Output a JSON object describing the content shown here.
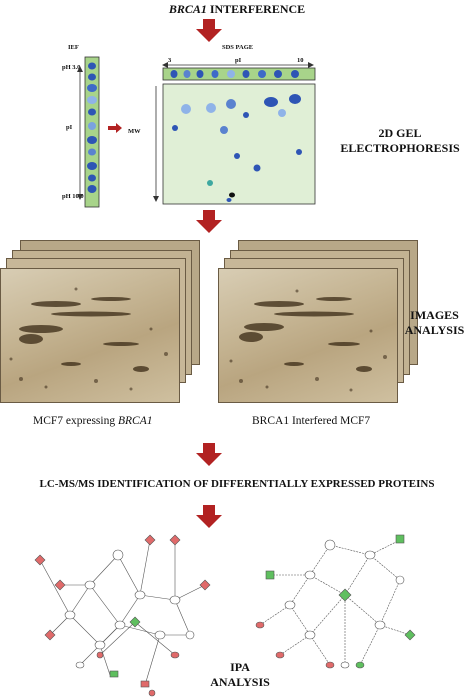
{
  "header": {
    "title_italic": "BRCA1",
    "title_rest": " INTERFERENCE"
  },
  "gel_schematic": {
    "ief_label": "IEF",
    "ph_top": "pH 3.0",
    "ph_bottom": "pH 10.0",
    "pi_left": "pI",
    "mw_label": "MW",
    "sds_label": "SDS PAGE",
    "axis_start": "3",
    "axis_pi": "pI",
    "axis_end": "10",
    "gel_pi_label": "pI",
    "step_label_line1": "2D GEL",
    "step_label_line2": "ELECTROPHORESIS",
    "strip_color": "#a8d48a",
    "gel_color": "#e0efd6",
    "spot_color": "#2e55b5"
  },
  "images": {
    "step_label_line1": "IMAGES",
    "step_label_line2": "ANALYSIS",
    "left_caption_prefix": "MCF7 expressing ",
    "left_caption_italic": "BRCA1",
    "right_caption": "BRCA1 Interfered MCF7"
  },
  "lcms": {
    "title": "LC-MS/MS IDENTIFICATION OF DIFFERENTIALLY EXPRESSED PROTEINS"
  },
  "ipa": {
    "step_label_line1": "IPA",
    "step_label_line2": "ANALYSIS"
  },
  "colors": {
    "arrow": "#b22222",
    "up": "#e06a6a",
    "down": "#5fbf5f"
  }
}
